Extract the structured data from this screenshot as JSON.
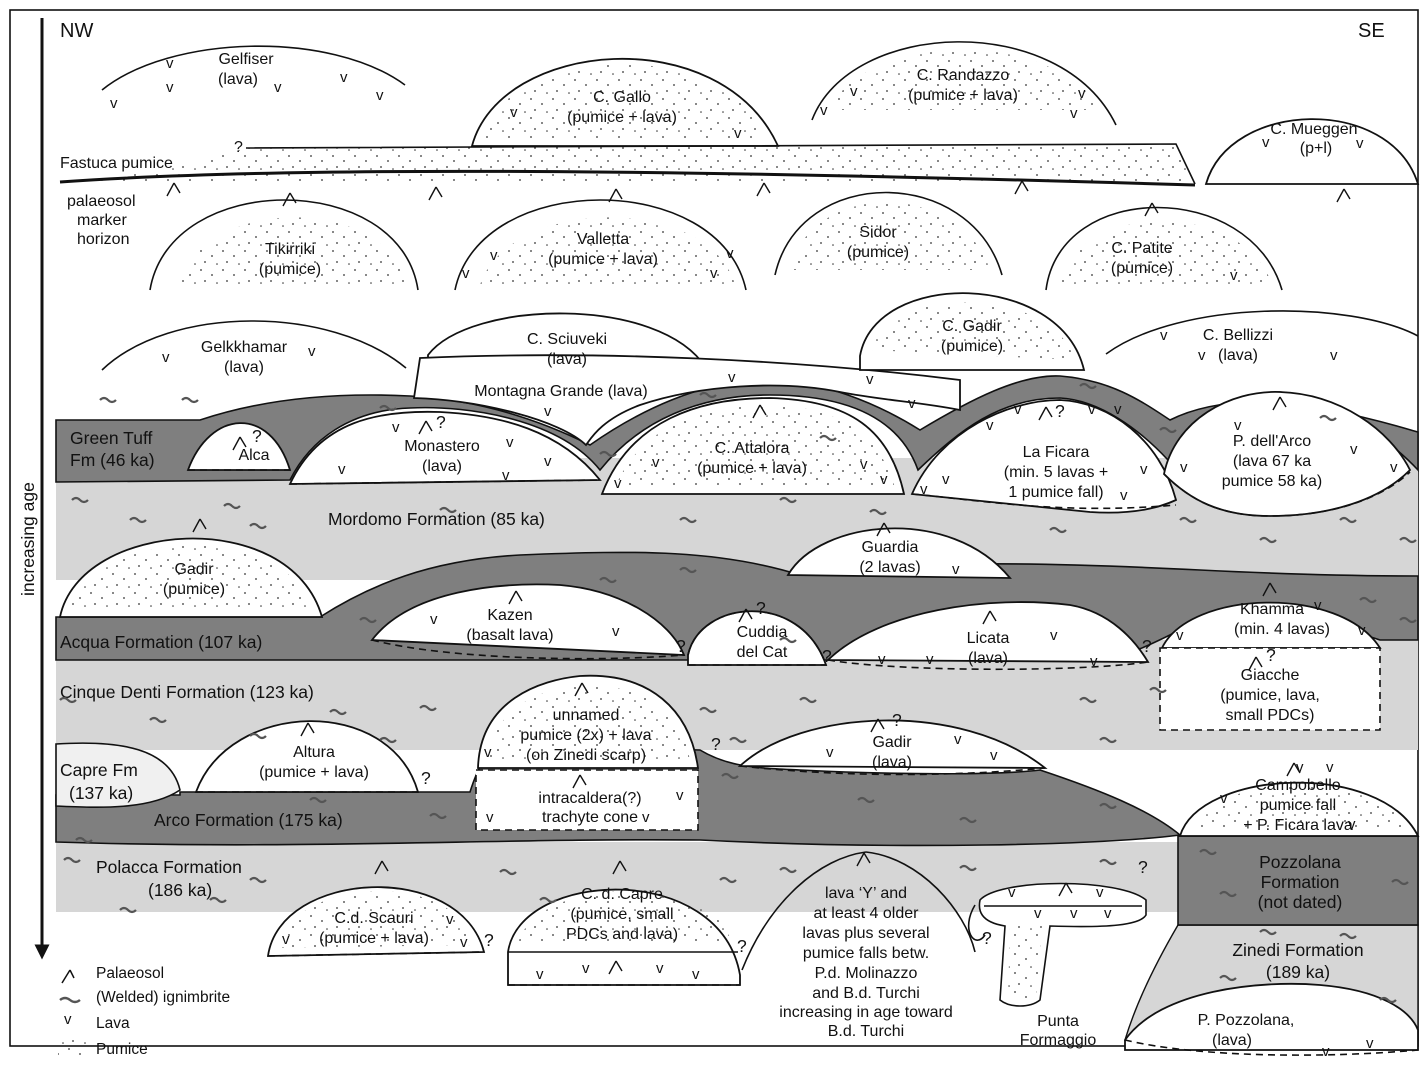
{
  "corners": {
    "nw": "NW",
    "se": "SE"
  },
  "axis_label": "increasing age",
  "fastuca": {
    "label": "Fastuca pumice",
    "q": "?"
  },
  "palaeosol_marker": [
    "palaeosol",
    "marker",
    "horizon"
  ],
  "domes": {
    "gelfiser": [
      "Gelfiser",
      "(lava)"
    ],
    "cgallo": [
      "C. Gallo",
      "(pumice + lava)"
    ],
    "crandazzo": [
      "C. Randazzo",
      "(pumice + lava)"
    ],
    "cmueggen": [
      "C. Mueggen",
      "(p+l)"
    ],
    "tikirriki": [
      "Tikirriki",
      "(pumice)"
    ],
    "valletta": [
      "Valletta",
      "(pumice + lava)"
    ],
    "sidor": [
      "Sidor",
      "(pumice)"
    ],
    "cpatite": [
      "C. Patite",
      "(pumice)"
    ],
    "gelkkhamar": [
      "Gelkkhamar",
      "(lava)"
    ],
    "csciuveki": [
      "C. Sciuveki",
      "(lava)"
    ],
    "montagna": [
      "Montagna Grande (lava)"
    ],
    "cgadir": [
      "C. Gadir",
      "(pumice)"
    ],
    "cbellizzi": [
      "C. Bellizzi",
      "(lava)"
    ],
    "alca": [
      "Alca"
    ],
    "monastero": [
      "Monastero",
      "(lava)"
    ],
    "cattalora": [
      "C. Attalora",
      "(pumice + lava)"
    ],
    "laficara": [
      "La Ficara",
      "(min. 5 lavas +",
      "1 pumice fall)"
    ],
    "pdellarco": [
      "P. dell'Arco",
      "(lava 67 ka",
      "pumice 58 ka)"
    ],
    "gadir_pumice": [
      "Gadir",
      "(pumice)"
    ],
    "guardia": [
      "Guardia",
      "(2 lavas)"
    ],
    "kazen": [
      "Kazen",
      "(basalt lava)"
    ],
    "cuddia": [
      "Cuddia",
      "del Cat"
    ],
    "licata": [
      "Licata",
      "(lava)"
    ],
    "khamma": [
      "Khamma",
      "(min. 4 lavas)"
    ],
    "giacche": [
      "Giacche",
      "(pumice, lava,",
      "small PDCs)"
    ],
    "altura": [
      "Altura",
      "(pumice + lava)"
    ],
    "unnamed": [
      "unnamed",
      "pumice (2x) + lava",
      "(on Zinedi scarp)"
    ],
    "intracaldera": [
      "intracaldera(?)",
      "trachyte cone"
    ],
    "gadir_lava": [
      "Gadir",
      "(lava)"
    ],
    "campobello": [
      "Campobello",
      "pumice fall",
      "+ P. Ficara lava"
    ],
    "cdscauri": [
      "C.d. Scauri",
      "(pumice + lava)"
    ],
    "cdcapre": [
      "C. d. Capre",
      "(pumice, small",
      "PDCs and lava)"
    ],
    "lavay": [
      "lava ‘Y’ and",
      "at least 4 older",
      "lavas plus several",
      "pumice falls betw.",
      "P.d. Molinazzo",
      "and B.d. Turchi",
      "increasing in age toward",
      "B.d. Turchi"
    ],
    "punta": [
      "Punta",
      "Formaggio"
    ],
    "ppozzolana": [
      "P. Pozzolana,",
      "(lava)"
    ]
  },
  "formations": {
    "green_tuff": [
      "Green Tuff",
      "Fm (46 ka)"
    ],
    "mordomo": "Mordomo Formation (85 ka)",
    "acqua": "Acqua Formation (107 ka)",
    "cinque_denti": "Cinque Denti Formation (123 ka)",
    "capre": [
      "Capre Fm",
      "(137 ka)"
    ],
    "arco": "Arco Formation (175 ka)",
    "polacca": [
      "Polacca Formation",
      "(186 ka)"
    ],
    "pozzolana": [
      "Pozzolana",
      "Formation",
      "(not dated)"
    ],
    "zinedi": [
      "Zinedi Formation",
      "(189 ka)"
    ]
  },
  "symbols": {
    "lava": "v",
    "question": "?"
  },
  "legend": {
    "palaeosol": "Palaeosol",
    "ignimbrite": "(Welded) ignimbrite",
    "lava": "Lava",
    "pumice": "Pumice"
  },
  "colors": {
    "light_grey": "#d6d6d6",
    "dark_grey": "#7f7f7f",
    "outline": "#111111"
  }
}
